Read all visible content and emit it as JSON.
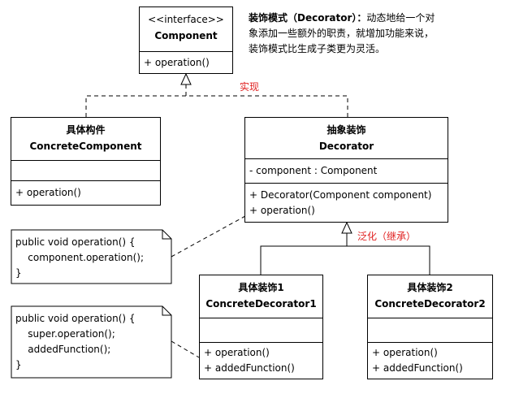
{
  "description_note": {
    "title": "装饰模式（Decorator）：",
    "line1_rest": "动态地给一个对",
    "line2": "象添加一些额外的职责，就增加功能来说，",
    "line3": "装饰模式比生成子类更为灵活。"
  },
  "component": {
    "stereotype": "<<interface>>",
    "name": "Component",
    "operations": [
      "+ operation()"
    ]
  },
  "concrete_component": {
    "name_cn": "具体构件",
    "name": "ConcreteComponent",
    "attributes": [],
    "operations": [
      "+ operation()"
    ]
  },
  "decorator": {
    "name_cn": "抽象装饰",
    "name": "Decorator",
    "attributes": [
      "- component : Component"
    ],
    "operations": [
      "+ Decorator(Component component)",
      "+ operation()"
    ]
  },
  "concrete_decorator1": {
    "name_cn": "具体装饰1",
    "name": "ConcreteDecorator1",
    "attributes": [],
    "operations": [
      "+ operation()",
      "+ addedFunction()"
    ]
  },
  "concrete_decorator2": {
    "name_cn": "具体装饰2",
    "name": "ConcreteDecorator2",
    "attributes": [],
    "operations": [
      "+ operation()",
      "+ addedFunction()"
    ]
  },
  "relations": {
    "realization_label": "实现",
    "generalization_label": "泛化（继承）"
  },
  "code_note1": {
    "lines": [
      "public void operation() {",
      "    component.operation();",
      "}"
    ]
  },
  "code_note2": {
    "lines": [
      "public void operation() {",
      "    super.operation();",
      "    addedFunction();",
      "}"
    ]
  },
  "colors": {
    "label": "#e01e1e",
    "line": "#000000"
  }
}
